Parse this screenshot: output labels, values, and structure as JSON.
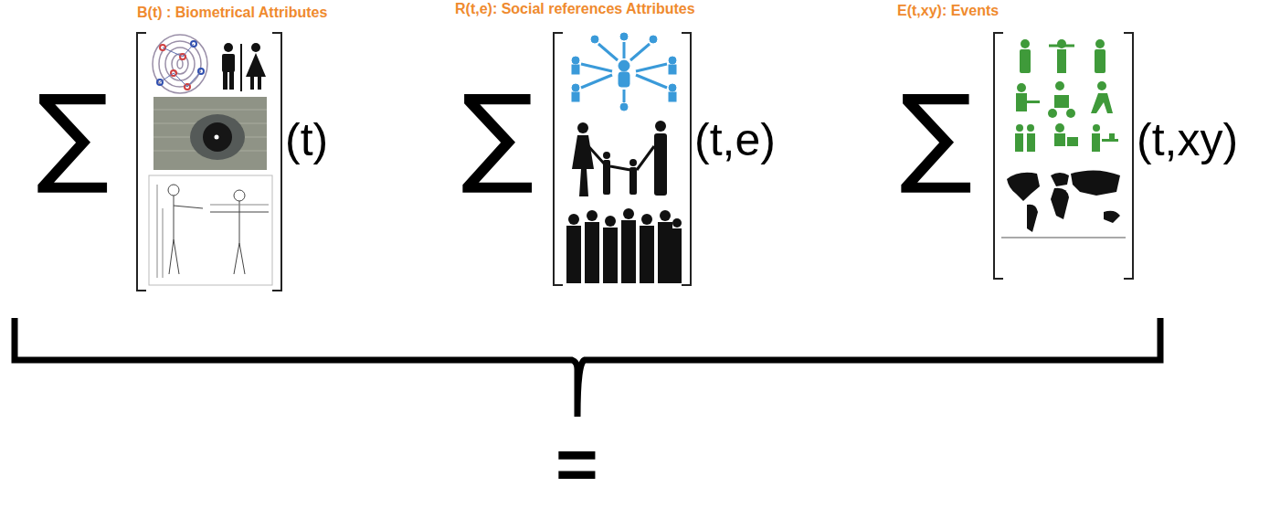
{
  "diagram": {
    "labels": [
      "B(t) : Biometrical Attributes",
      "∑",
      "(t)",
      "R(t,e): Social references Attributes",
      "∑",
      "(t,e)",
      "E(t,xy): Events",
      "∑",
      "(t,xy)",
      "="
    ]
  }
}
